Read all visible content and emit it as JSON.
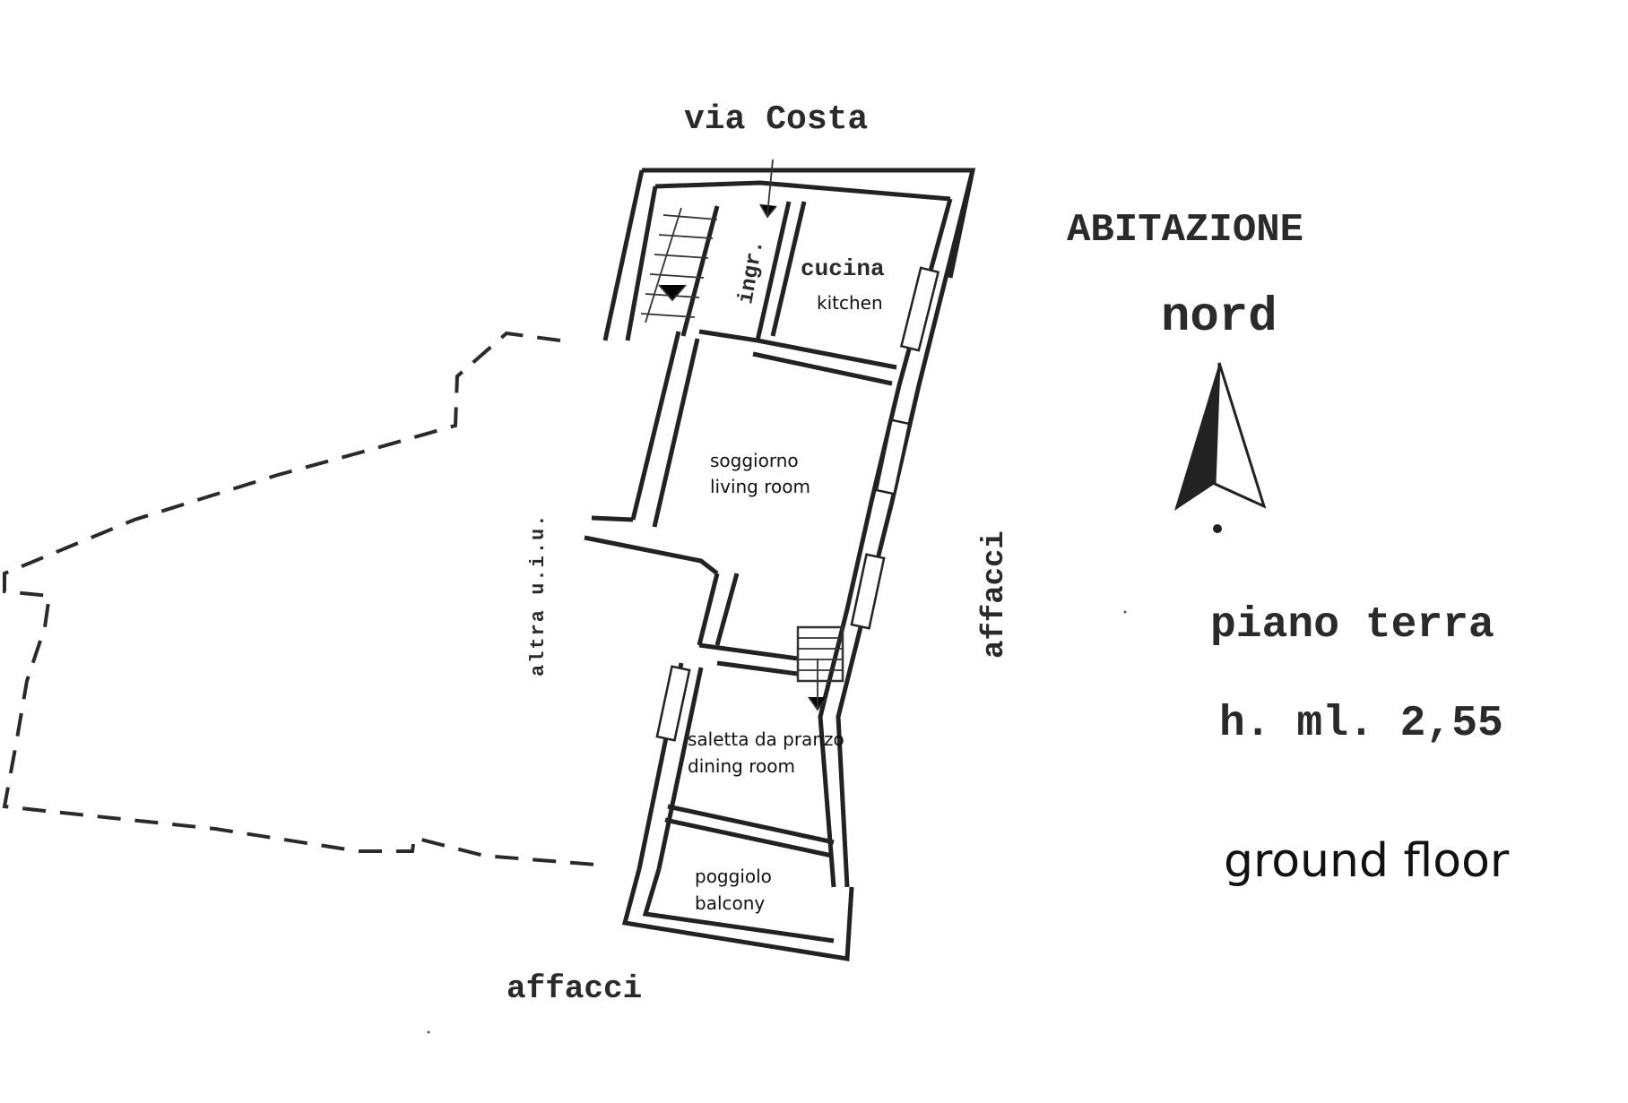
{
  "plan": {
    "street_label": "via Costa",
    "entrance_label": "ingr.",
    "neighbor_label": "altra u.i.u.",
    "outlook_east_label": "affacci",
    "outlook_south_label": "affacci"
  },
  "rooms": {
    "kitchen": {
      "it": "cucina",
      "en": "kitchen"
    },
    "living": {
      "it": "soggiorno",
      "en": "living room"
    },
    "dining": {
      "it": "saletta da pranzo",
      "en": "dining room"
    },
    "balcony": {
      "it": "poggiolo",
      "en": "balcony"
    }
  },
  "legend": {
    "unit_title": "ABITAZIONE",
    "north_label": "nord",
    "floor_it": "piano terra",
    "height": "h. ml. 2,55",
    "floor_en": "ground floor"
  }
}
